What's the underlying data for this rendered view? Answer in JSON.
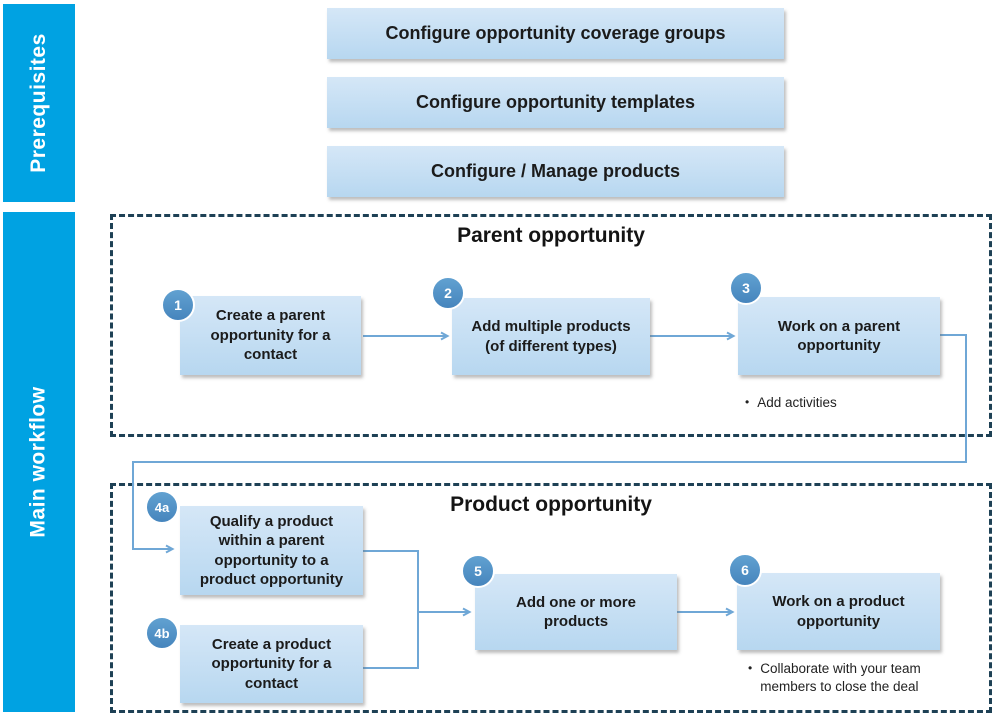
{
  "sidebar": {
    "prerequisites_label": "Prerequisites",
    "main_workflow_label": "Main workflow"
  },
  "prerequisites": {
    "items": [
      "Configure opportunity coverage groups",
      "Configure opportunity templates",
      "Configure / Manage products"
    ]
  },
  "sections": {
    "parent": {
      "title": "Parent opportunity",
      "steps": [
        {
          "num": "1",
          "label": "Create a parent opportunity for a contact"
        },
        {
          "num": "2",
          "label": "Add multiple products (of different types)"
        },
        {
          "num": "3",
          "label": "Work on a parent opportunity",
          "notes": [
            "Add activities"
          ]
        }
      ]
    },
    "product": {
      "title": "Product opportunity",
      "steps": [
        {
          "num": "4a",
          "label": "Qualify a product within a parent opportunity to a product opportunity"
        },
        {
          "num": "4b",
          "label": "Create a product opportunity for a contact"
        },
        {
          "num": "5",
          "label": "Add one or more products"
        },
        {
          "num": "6",
          "label": "Work on a product opportunity",
          "notes": [
            "Collaborate with your team members to close the deal"
          ]
        }
      ]
    }
  },
  "colors": {
    "accent-cyan": "#00A2E2",
    "badge-blue": "#4E93C7",
    "connector-blue": "#6FA7D6",
    "dash-navy": "#1E4155",
    "box-grad-top": "#D5E7F7",
    "box-grad-bottom": "#B7D7F0"
  }
}
